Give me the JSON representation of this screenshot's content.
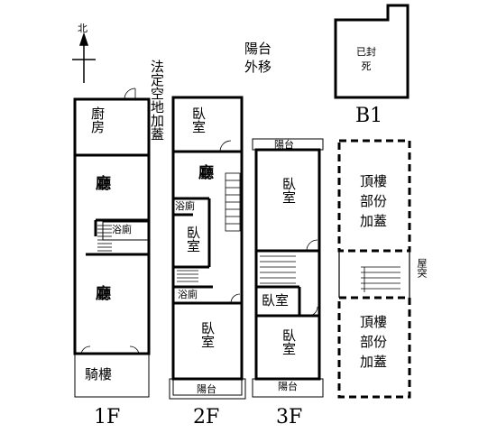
{
  "compass": {
    "north": "北"
  },
  "annotations": {
    "legal_open_space": "法定空地加蓋",
    "balcony_moved": "陽台外移",
    "sealed": "已封死",
    "rooftop_left": "屋突"
  },
  "floors": {
    "f1": {
      "label": "1F",
      "rooms": {
        "kitchen": "廚房",
        "hall_upper": "廳",
        "bath": "浴廁",
        "hall_lower": "廳",
        "arcade": "騎樓"
      }
    },
    "f2": {
      "label": "2F",
      "rooms": {
        "bedroom_top": "臥室",
        "hall": "廳",
        "bath_top": "浴廁",
        "bedroom_mid": "臥室",
        "bath_low": "浴廁",
        "bedroom_bottom": "臥室",
        "balcony": "陽台"
      }
    },
    "f3": {
      "label": "3F",
      "rooms": {
        "balcony_top": "陽台",
        "bedroom_top": "臥室",
        "bedroom_mid": "臥室",
        "bedroom_bottom": "臥室",
        "balcony_bottom": "陽台"
      }
    },
    "b1": {
      "label": "B1"
    },
    "roof": {
      "upper": "頂樓部份加蓋",
      "lower": "頂樓部份加蓋"
    }
  }
}
